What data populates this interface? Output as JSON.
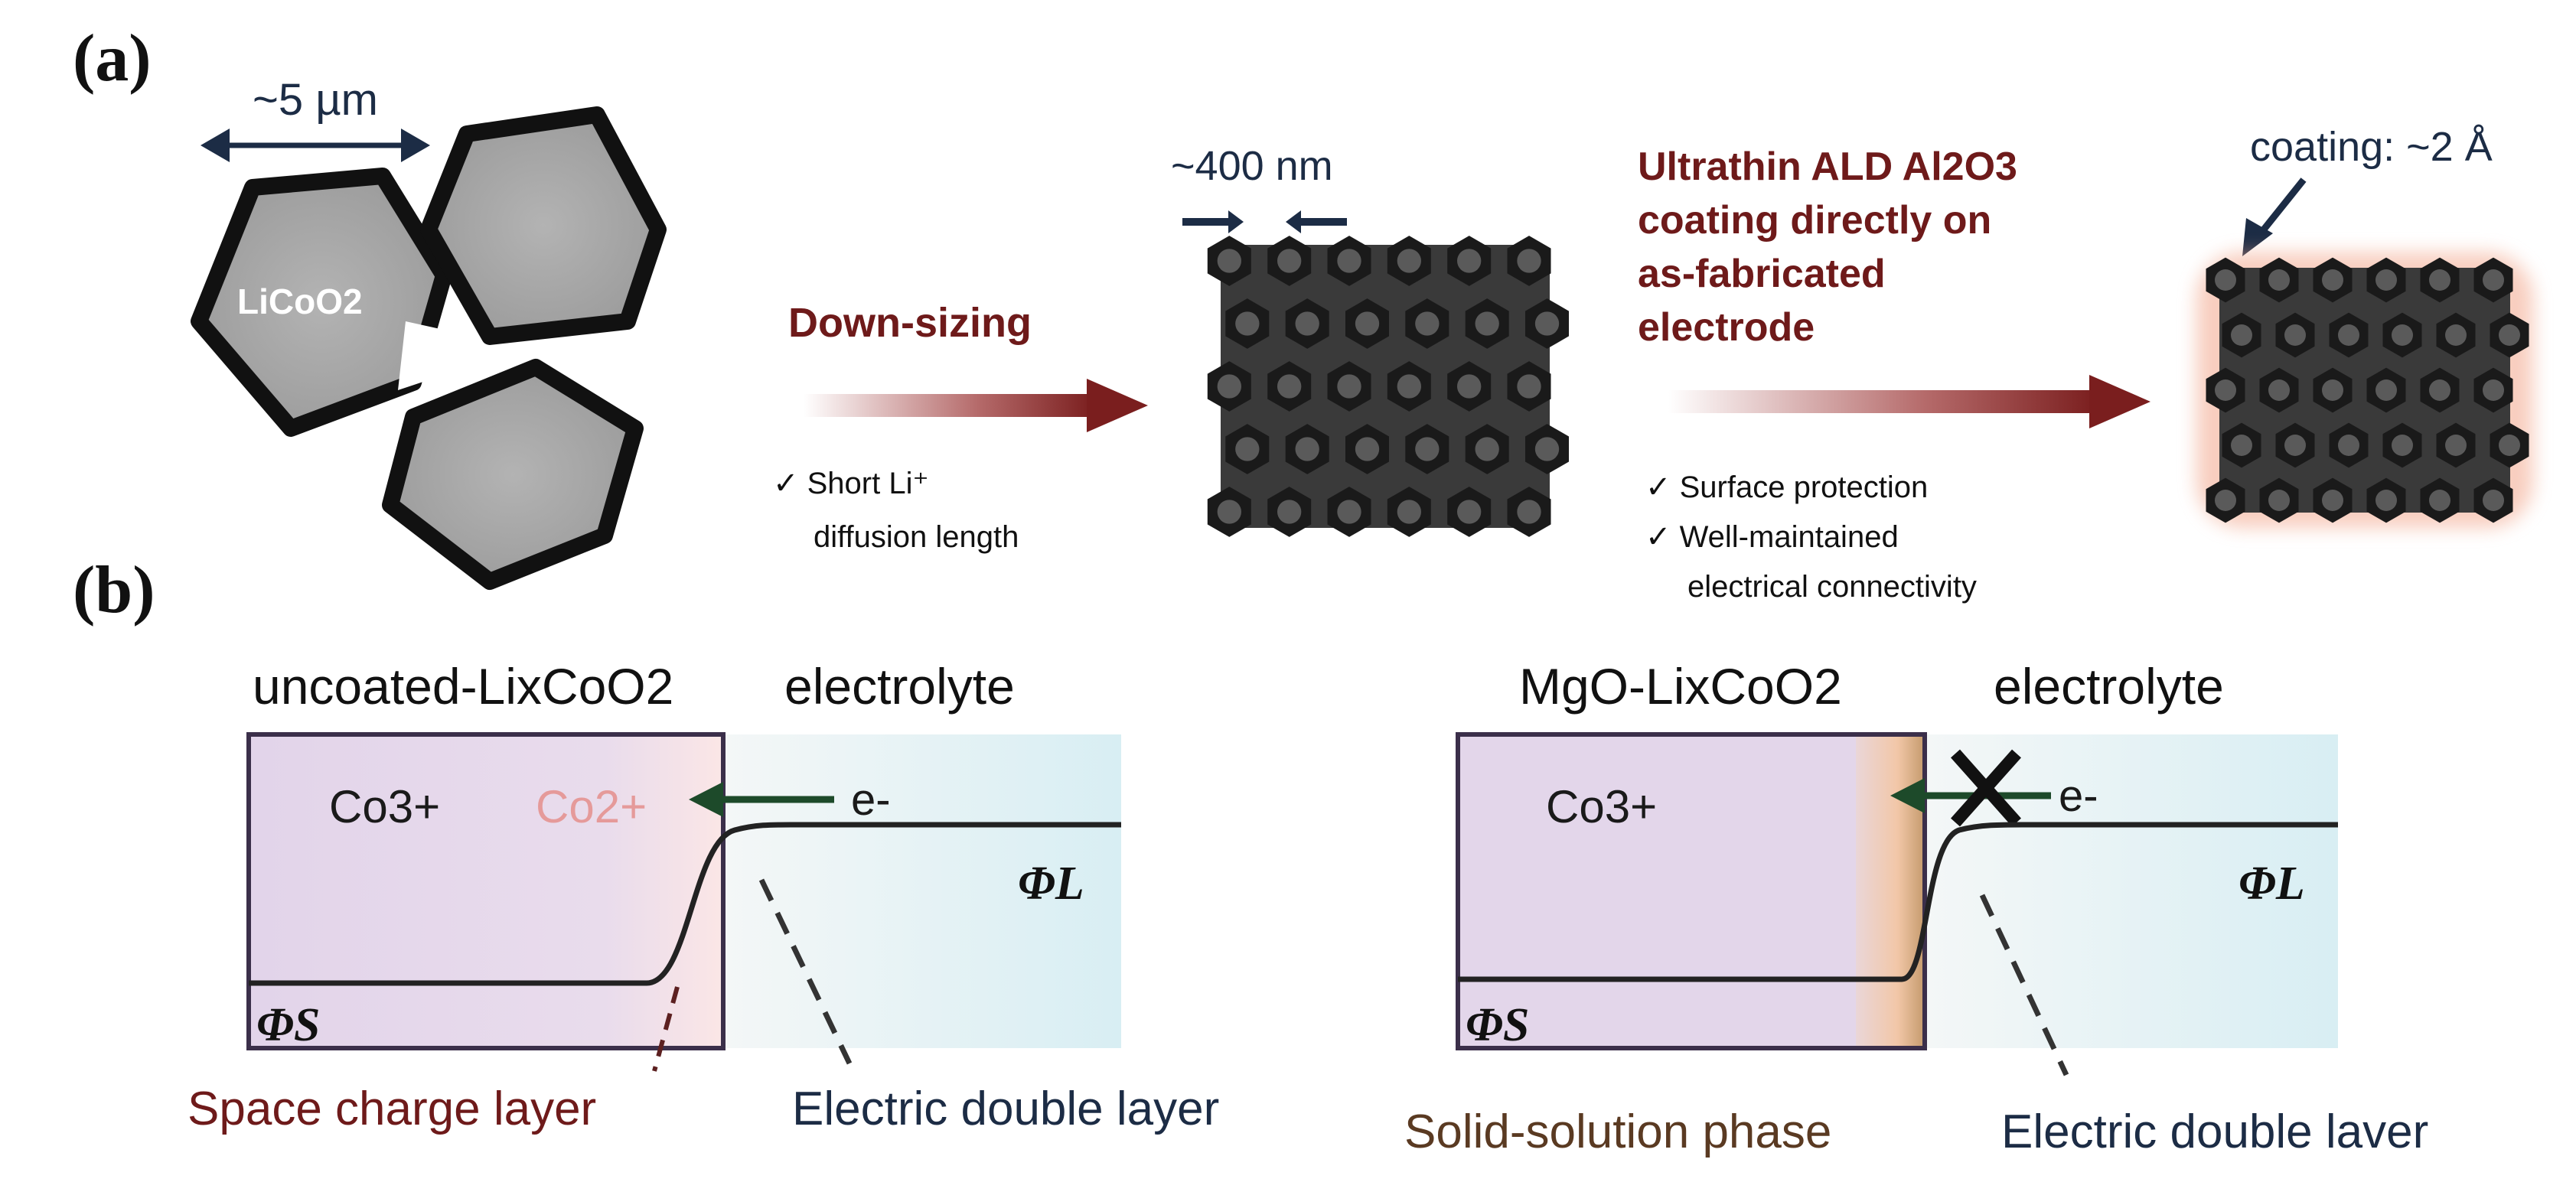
{
  "panel_a": {
    "label": "(a)",
    "dimension_large": "~5 µm",
    "particle_label": "LiCoO2",
    "downsizing_label": "Down-sizing",
    "downsizing_benefits": [
      "✓ Short Li⁺",
      "diffusion length"
    ],
    "dimension_small": "~400 nm",
    "coating_process": [
      "Ultrathin ALD Al2O3",
      "coating directly on",
      "as-fabricated",
      "electrode"
    ],
    "coating_benefits": [
      "✓ Surface protection",
      "✓ Well-maintained",
      "electrical connectivity"
    ],
    "coating_thickness": "coating: ~2 Å"
  },
  "panel_b": {
    "label": "(b)",
    "left": {
      "electrode_title": "uncoated-LixCoO2",
      "electrolyte_title": "electrolyte",
      "ion_left": "Co3+",
      "ion_right": "Co2+",
      "electron": "e-",
      "phi_l": "ΦL",
      "phi_s": "ΦS",
      "layer_left": "Space charge layer",
      "layer_right": "Electric double layer"
    },
    "right": {
      "electrode_title": "MgO-LixCoO2",
      "electrolyte_title": "electrolyte",
      "ion_left": "Co3+",
      "electron": "e-",
      "phi_l": "ΦL",
      "phi_s": "ΦS",
      "layer_left": "Solid-solution phase",
      "layer_right": "Electric double laver"
    }
  },
  "colors": {
    "navy": "#1c2c45",
    "dark_red": "#6e1a1a",
    "arrow_red": "#7a1e1e",
    "green_arrow": "#1d4a2a",
    "electrode_fill": "#e7d9ec",
    "electrolyte_fill": "#e3f2f5",
    "coating_glow": "#f2a58a"
  }
}
